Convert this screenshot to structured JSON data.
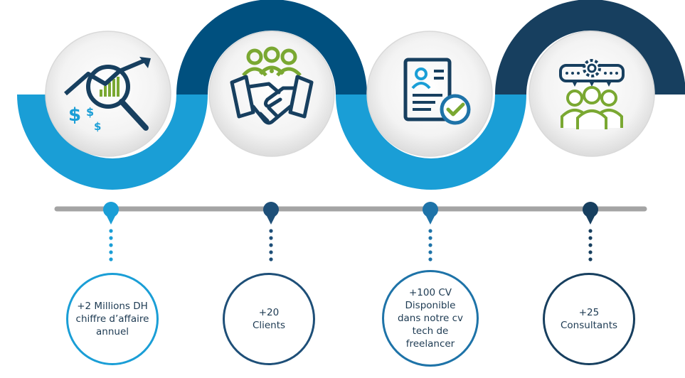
{
  "colors": {
    "light_blue": "#1a9ed6",
    "mid_blue": "#1e73a8",
    "dark_blue": "#00507f",
    "navy": "#173f5f",
    "green": "#7aa832",
    "timeline": "#a4a4a4"
  },
  "items": [
    {
      "icon": "growth-analytics-icon",
      "text": "+2 Millions DH\nchiffre d’affaire\nannuel"
    },
    {
      "icon": "handshake-clients-icon",
      "text": "+20\nClients"
    },
    {
      "icon": "cv-approved-icon",
      "text": "+100 CV\nDisponible\ndans notre cv\ntech de\nfreelancer"
    },
    {
      "icon": "consultants-team-icon",
      "text": "+25\nConsultants"
    }
  ]
}
